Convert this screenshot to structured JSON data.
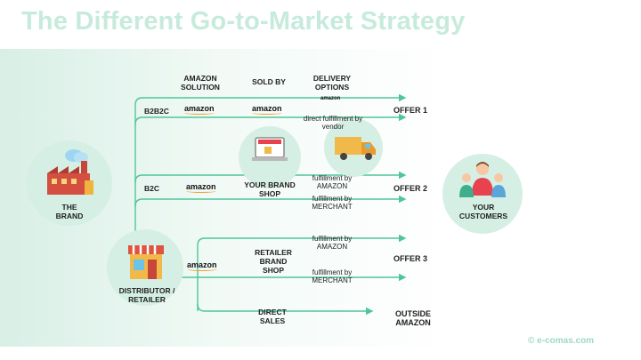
{
  "title": "The Different Go-to-Market Strategy",
  "columns": {
    "amazon_solution": "AMAZON SOLUTION",
    "sold_by": "SOLD BY",
    "delivery_options": "DELIVERY OPTIONS"
  },
  "nodes": {
    "brand": "THE BRAND",
    "distributor": "DISTRIBUTOR / RETAILER",
    "customers": "YOUR CUSTOMERS",
    "brand_shop": "YOUR BRAND SHOP",
    "retailer_shop": "RETAILER BRAND SHOP",
    "direct_sales": "DIRECT SALES"
  },
  "channels": {
    "b2b2c": "B2B2C",
    "b2c": "B2C"
  },
  "logo_text": "amazon",
  "delivery": {
    "amazon_small": "amazon",
    "direct_vendor": "direct fulfillment by vendor",
    "fba_1": "fulfillment by AMAZON",
    "fbm_1": "fulfillment by MERCHANT",
    "fba_2": "fulfillment by AMAZON",
    "fbm_2": "fulfillment by MERCHANT"
  },
  "offers": {
    "offer1": "OFFER 1",
    "offer2": "OFFER 2",
    "offer3": "OFFER 3",
    "outside": "OUTSIDE AMAZON"
  },
  "footer": "© e-comas.com",
  "colors": {
    "title": "#c6ebdc",
    "line": "#4ec59a",
    "circle": "#d5efe4",
    "amazon_smile": "#f0a23b"
  },
  "icons": [
    "factory-icon",
    "storefront-icon",
    "laptop-shop-icon",
    "delivery-truck-icon",
    "customers-icon"
  ]
}
